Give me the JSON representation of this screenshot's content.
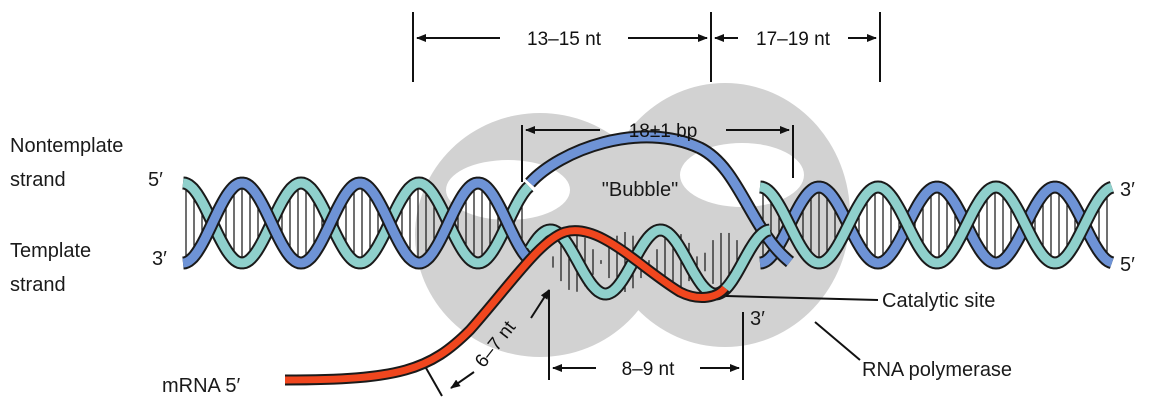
{
  "colors": {
    "polymerase": "#d2d2d2",
    "nontemplate_strand": "#6e93d6",
    "template_strand": "#8fd0cc",
    "mrna": "#f0461e",
    "outline": "#1a1a1a",
    "rung": "#222222"
  },
  "labels": {
    "nontemplate_line1": "Nontemplate",
    "nontemplate_line2": "strand",
    "template_line1": "Template",
    "template_line2": "strand",
    "left_top_end": "5′",
    "left_bottom_end": "3′",
    "right_top_end": "3′",
    "right_bottom_end": "5′",
    "bubble": "\"Bubble\"",
    "mrna_3_end": "3′",
    "mrna_label": "mRNA 5′",
    "catalytic_site": "Catalytic site",
    "rna_polymerase": "RNA polymerase"
  },
  "dimensions": {
    "upstream_footprint": "13–15 nt",
    "downstream_footprint": "17–19 nt",
    "bubble_size": "18±1 bp",
    "hybrid_length": "8–9 nt",
    "exit_length": "6–7 nt"
  }
}
